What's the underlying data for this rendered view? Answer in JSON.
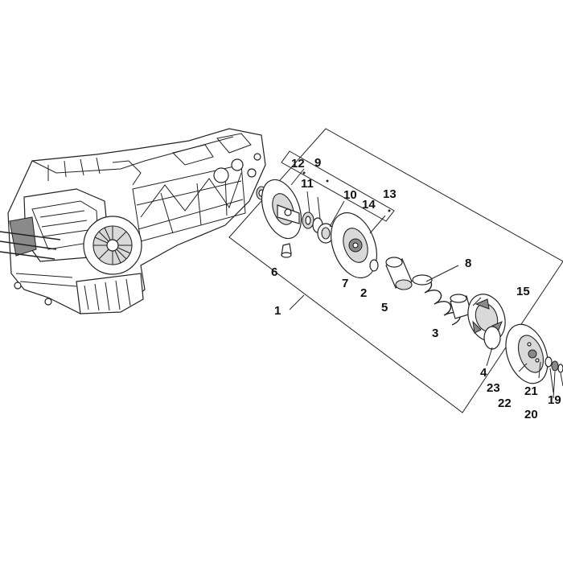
{
  "labels": {
    "p1": "1",
    "p2": "2",
    "p3": "3",
    "p4": "4",
    "p5": "5",
    "p6": "6",
    "p7": "7",
    "p8": "8",
    "p9": "9",
    "p10": "10",
    "p11": "11",
    "p12": "12",
    "p13": "13",
    "p14": "14",
    "p15": "15",
    "p19": "19",
    "p20": "20",
    "p21": "21",
    "p22": "22",
    "p23": "23"
  }
}
